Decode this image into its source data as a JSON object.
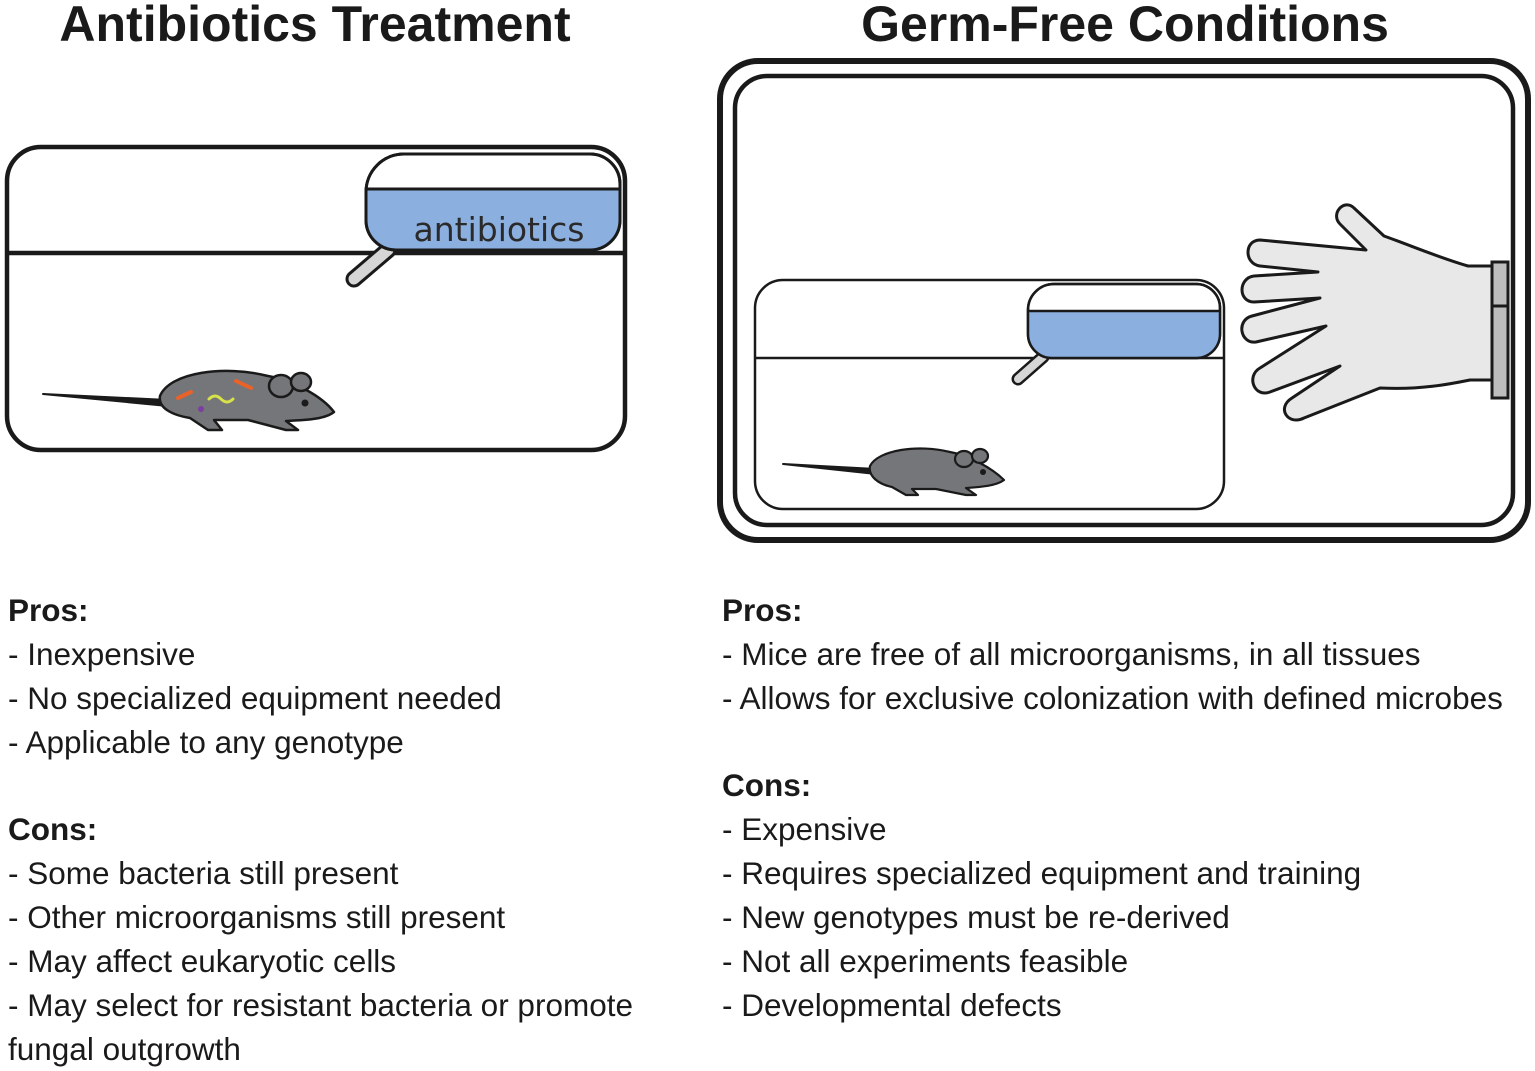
{
  "colors": {
    "water": "#8bb0e0",
    "mouse": "#757679",
    "outline": "#1a1a1a",
    "glove": "#e8e8e8",
    "bacteria_orange": "#e8622a",
    "bacteria_yellow": "#d7e14a",
    "bacteria_purple": "#7a3fa0"
  },
  "left": {
    "title": "Antibiotics Treatment",
    "bottle_label": "antibiotics",
    "pros_heading": "Pros:",
    "pros": [
      "- Inexpensive",
      "- No specialized equipment needed",
      "- Applicable to any genotype"
    ],
    "cons_heading": "Cons:",
    "cons": [
      "- Some bacteria still present",
      "- Other microorganisms still present",
      "- May affect eukaryotic cells",
      "- May select for resistant bacteria or promote fungal outgrowth"
    ]
  },
  "right": {
    "title": "Germ-Free Conditions",
    "pros_heading": "Pros:",
    "pros": [
      "- Mice are free of all microorganisms, in all tissues",
      "- Allows for exclusive colonization with defined microbes"
    ],
    "cons_heading": "Cons:",
    "cons": [
      "- Expensive",
      "- Requires specialized equipment and training",
      "- New genotypes must be re-derived",
      "- Not all experiments feasible",
      "- Developmental defects"
    ]
  },
  "icons": {
    "left_cage": "mouse-cage-icon",
    "left_bottle": "water-bottle-icon",
    "left_mouse": "mouse-icon",
    "isolator": "isolator-icon",
    "glove": "glove-icon"
  }
}
